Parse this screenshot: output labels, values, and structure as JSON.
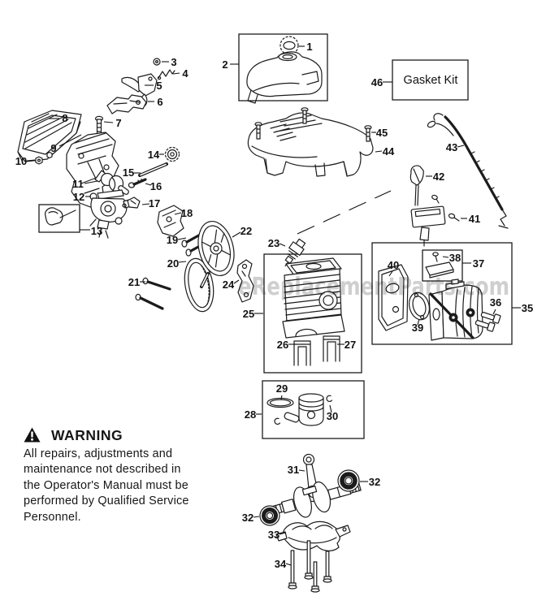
{
  "colors": {
    "line": "#1c1c1c",
    "watermark": "#c7c7c7",
    "background": "#ffffff"
  },
  "watermark": {
    "text": "eReplacementParts.com"
  },
  "gasket_kit_box": {
    "label": "Gasket Kit"
  },
  "warning": {
    "title": "WARNING",
    "lines": [
      "All repairs, adjustments and",
      "maintenance not described in",
      "the Operator's Manual must be",
      "performed by Qualified Service",
      "Personnel."
    ]
  },
  "callouts": {
    "n1": "1",
    "n2": "2",
    "n3": "3",
    "n4": "4",
    "n5": "5",
    "n6": "6",
    "n7": "7",
    "n8": "8",
    "n9": "9",
    "n10": "10",
    "n11": "11",
    "n12": "12",
    "n13": "13",
    "n14": "14",
    "n15": "15",
    "n16": "16",
    "n17": "17",
    "n18": "18",
    "n19": "19",
    "n20": "20",
    "n21": "21",
    "n22": "22",
    "n23": "23",
    "n24": "24",
    "n25": "25",
    "n26": "26",
    "n27": "27",
    "n28": "28",
    "n29": "29",
    "n30": "30",
    "n31": "31",
    "n32a": "32",
    "n32b": "32",
    "n33": "33",
    "n34": "34",
    "n35": "35",
    "n36": "36",
    "n37": "37",
    "n38": "38",
    "n39": "39",
    "n40": "40",
    "n41": "41",
    "n42": "42",
    "n43": "43",
    "n44": "44",
    "n45": "45",
    "n46": "46"
  }
}
